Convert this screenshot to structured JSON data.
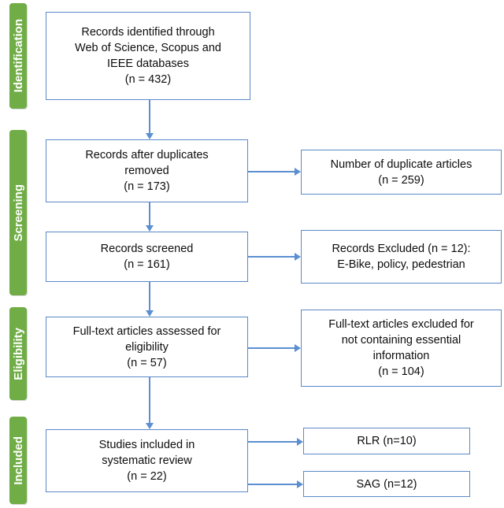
{
  "diagram": {
    "type": "prisma-flow-diagram",
    "colors": {
      "stage_bar_green": "#70AD47",
      "box_border_blue": "#5B89C7",
      "arrow_blue": "#5B8FD0",
      "text_black": "#0D0D0D",
      "background": "#FFFFFF"
    },
    "stages": [
      {
        "id": "identification",
        "label": "Identification"
      },
      {
        "id": "screening",
        "label": "Screening"
      },
      {
        "id": "eligibility",
        "label": "Eligibility"
      },
      {
        "id": "included",
        "label": "Included"
      }
    ],
    "main_boxes": [
      {
        "id": "records-identified",
        "stage": "identification",
        "text": "Records identified through\nWeb of Science, Scopus and\nIEEE databases\n(n = 432)",
        "count": 432
      },
      {
        "id": "records-after-duplicates",
        "stage": "screening",
        "text": "Records after duplicates\nremoved\n(n = 173)",
        "count": 173
      },
      {
        "id": "records-screened",
        "stage": "screening",
        "text": "Records screened\n(n = 161)",
        "count": 161
      },
      {
        "id": "fulltext-assessed",
        "stage": "eligibility",
        "text": "Full-text articles assessed for\neligibility\n(n = 57)",
        "count": 57
      },
      {
        "id": "studies-included",
        "stage": "included",
        "text": "Studies included in\nsystematic review\n(n = 22)",
        "count": 22
      }
    ],
    "side_boxes": [
      {
        "id": "duplicate-articles",
        "text": "Number of duplicate articles\n(n = 259)",
        "count": 259
      },
      {
        "id": "records-excluded",
        "text": "Records Excluded (n = 12):\nE-Bike, policy, pedestrian",
        "count": 12
      },
      {
        "id": "fulltext-excluded",
        "text": "Full-text articles excluded for\nnot containing essential\ninformation\n(n = 104)",
        "count": 104
      },
      {
        "id": "rlr-outcome",
        "text": "RLR (n=10)",
        "count": 10
      },
      {
        "id": "sag-outcome",
        "text": "SAG (n=12)",
        "count": 12
      }
    ]
  }
}
